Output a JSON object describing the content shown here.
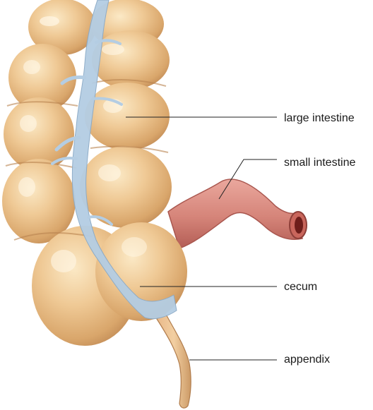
{
  "labels": {
    "large_intestine": "large intestine",
    "small_intestine": "small intestine",
    "cecum": "cecum",
    "appendix": "appendix"
  },
  "colors": {
    "colon_light": "#f6dcae",
    "colon_mid": "#e8bd82",
    "colon_dark": "#c9955c",
    "taenia": "#a9c4dd",
    "small_intestine": "#d98a80",
    "small_intestine_dark": "#b8635c",
    "leader_line": "#222222",
    "label_text": "#1a1a1a"
  }
}
